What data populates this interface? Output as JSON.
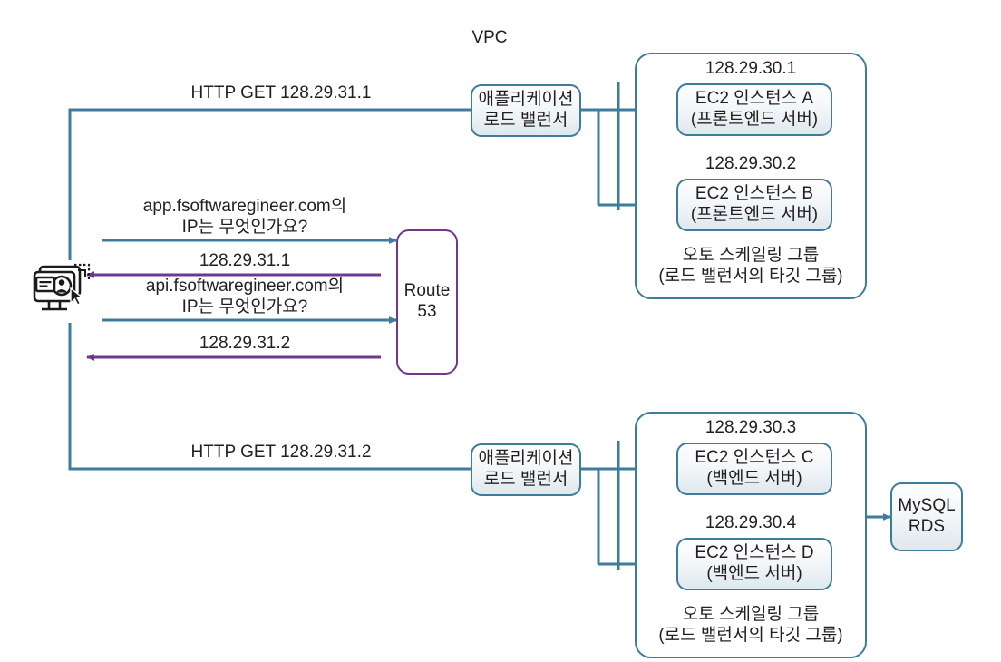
{
  "diagram": {
    "title_vpc": "VPC",
    "client": {
      "icon": "user-monitor-icon"
    },
    "route53": {
      "line1": "Route",
      "line2": "53",
      "label": "Route\n53",
      "border_color": "#70378f"
    },
    "flows": {
      "http_get_top": "HTTP GET 128.29.31.1",
      "http_get_bottom": "HTTP GET 128.29.31.2",
      "dns_query_app": "app.fsoftwaregineer.com의\nIP는 무엇인가요?",
      "dns_answer_app": "128.29.31.1",
      "dns_query_api": "api.fsoftwaregineer.com의\nIP는 무엇인가요?",
      "dns_answer_api": "128.29.31.2"
    },
    "load_balancers": [
      {
        "name": "alb-frontend",
        "label": "애플리케이션\n로드 밸런서"
      },
      {
        "name": "alb-backend",
        "label": "애플리케이션\n로드 밸런서"
      }
    ],
    "asg_frontend": {
      "caption": "오토 스케일링 그룹\n(로드 밸런서의 타깃 그룹)",
      "instances": [
        {
          "ip": "128.29.30.1",
          "label": "EC2 인스턴스 A\n(프론트엔드 서버)"
        },
        {
          "ip": "128.29.30.2",
          "label": "EC2 인스턴스 B\n(프론트엔드 서버)"
        }
      ]
    },
    "asg_backend": {
      "caption": "오토 스케일링 그룹\n(로드 밸런서의 타깃 그룹)",
      "instances": [
        {
          "ip": "128.29.30.3",
          "label": "EC2 인스턴스 C\n(백엔드 서버)"
        },
        {
          "ip": "128.29.30.4",
          "label": "EC2 인스턴스 D\n(백엔드 서버)"
        }
      ]
    },
    "database": {
      "label": "MySQL\nRDS"
    },
    "colors": {
      "wire_blue": "#3f7c9b",
      "wire_purple": "#70378f",
      "box_border": "#3f7c9b",
      "text": "#231f20",
      "background": "#ffffff"
    }
  }
}
